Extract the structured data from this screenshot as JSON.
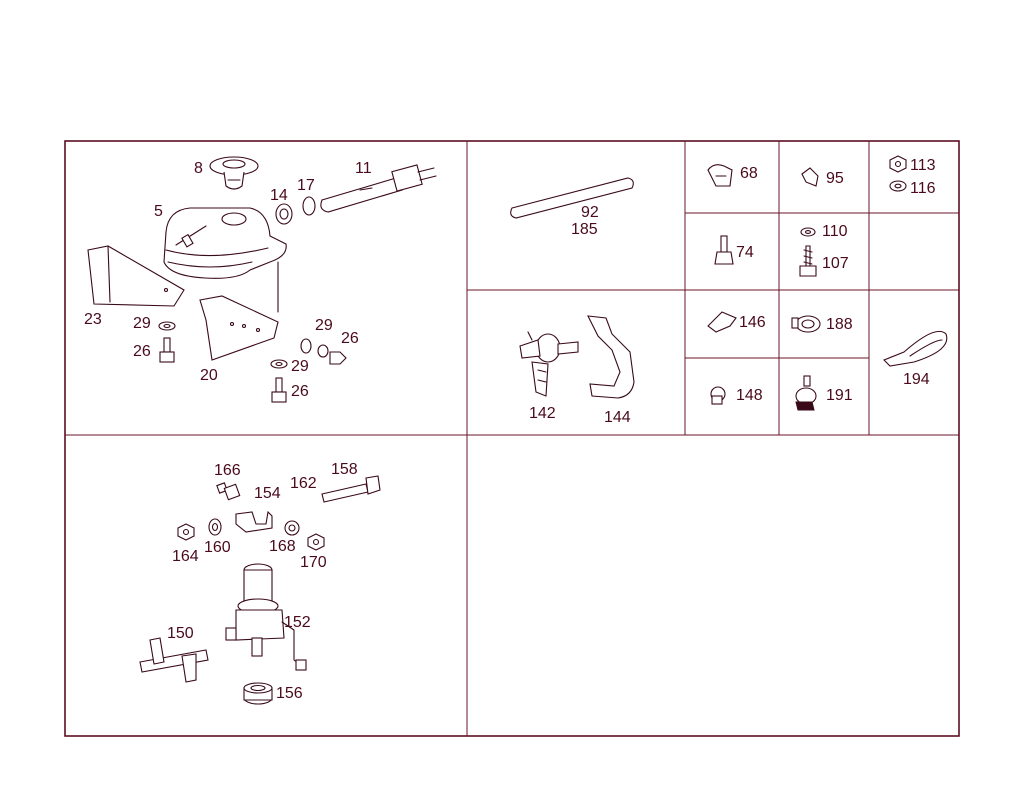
{
  "panel_engine": {
    "labels": {
      "p8": "8",
      "p5": "5",
      "p11": "11",
      "p14": "14",
      "p17": "17",
      "p23": "23",
      "p20": "20",
      "p29a": "29",
      "p26a": "26",
      "p29b": "29",
      "p26b": "26",
      "p29c": "29",
      "p26c": "26"
    }
  },
  "panel_pump": {
    "labels": {
      "p166": "166",
      "p158": "158",
      "p162": "162",
      "p154": "154",
      "p164": "164",
      "p160": "160",
      "p168": "168",
      "p170": "170",
      "p150": "150",
      "p152": "152",
      "p156": "156"
    }
  },
  "panel_hardware": {
    "labels": {
      "p92": "92",
      "p185": "185",
      "p68": "68",
      "p95": "95",
      "p113": "113",
      "p116": "116",
      "p74": "74",
      "p110": "110",
      "p107": "107",
      "p142": "142",
      "p144": "144",
      "p146": "146",
      "p188": "188",
      "p194": "194",
      "p148": "148",
      "p191": "191"
    }
  },
  "colors": {
    "frame": "#5a0f22",
    "label": "#4a0a1c",
    "drawing": "#3a0a18"
  }
}
